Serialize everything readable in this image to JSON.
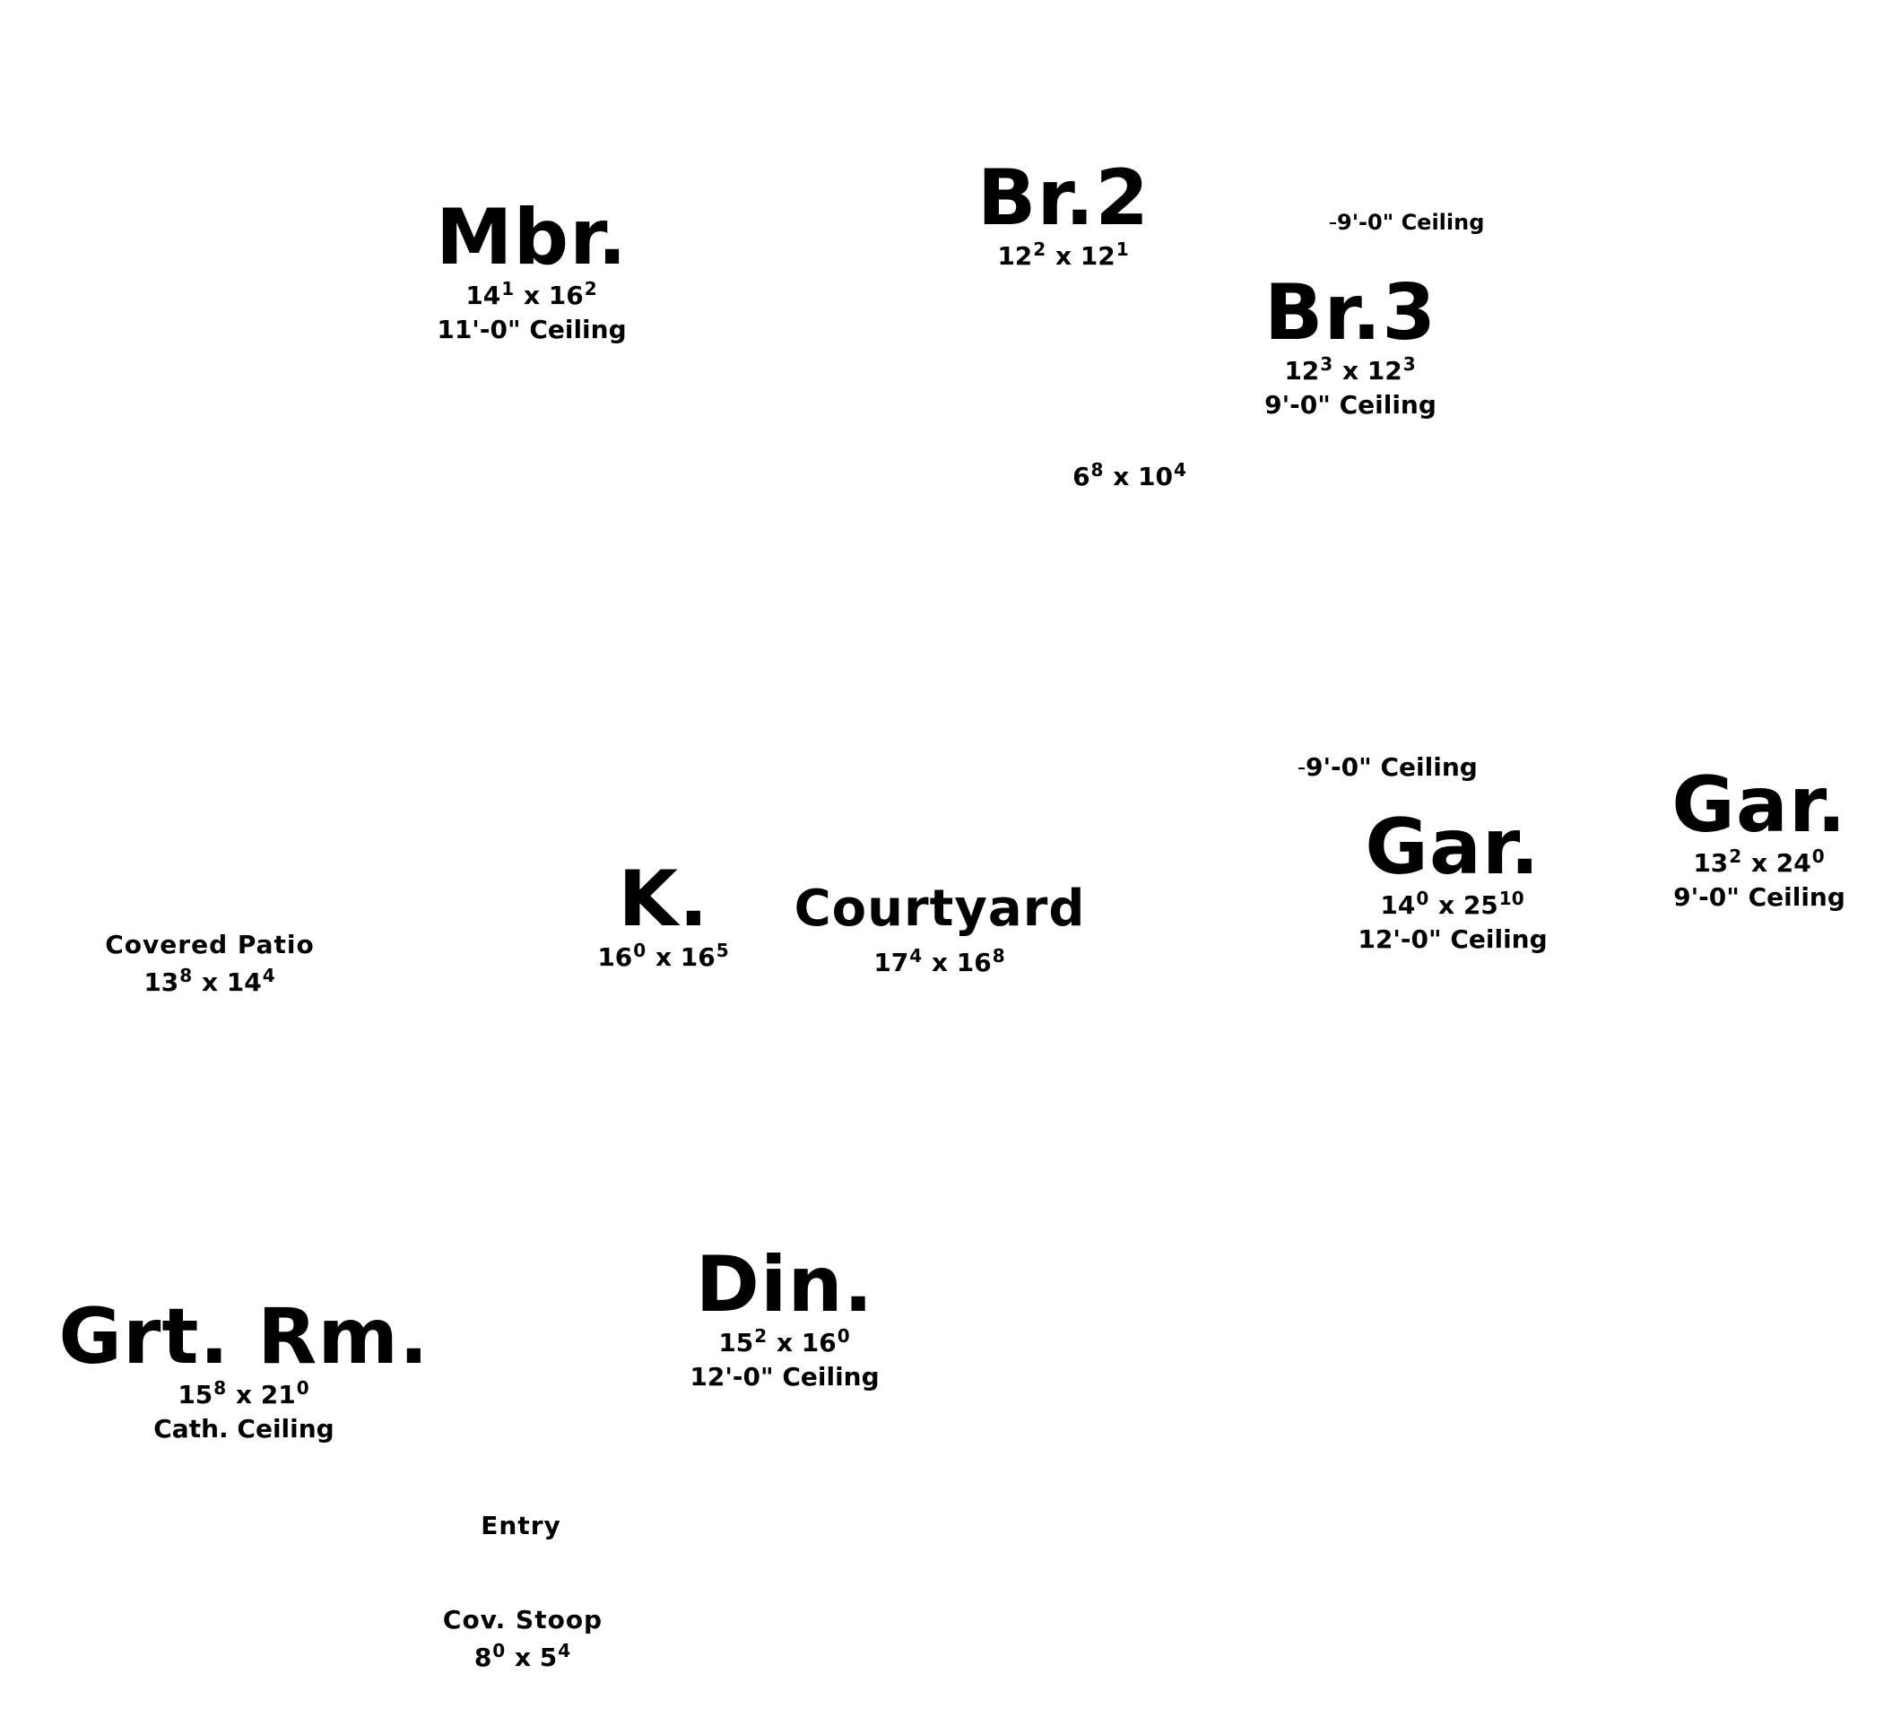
{
  "rooms": {
    "mbr": {
      "name": "Mbr.",
      "dim_w": "14",
      "dim_w_sup": "1",
      "dim_h": "16",
      "dim_h_sup": "2",
      "ceiling": "11'-0\" Ceiling"
    },
    "br2": {
      "name": "Br.2",
      "dim_w": "12",
      "dim_w_sup": "2",
      "dim_h": "12",
      "dim_h_sup": "1"
    },
    "br3": {
      "name": "Br.3",
      "dim_w": "12",
      "dim_w_sup": "3",
      "dim_h": "12",
      "dim_h_sup": "3",
      "ceiling": "9'-0\" Ceiling"
    },
    "hall": {
      "dim_w": "6",
      "dim_w_sup": "8",
      "dim_h": "10",
      "dim_h_sup": "4"
    },
    "kitchen": {
      "name": "K.",
      "dim_w": "16",
      "dim_w_sup": "0",
      "dim_h": "16",
      "dim_h_sup": "5"
    },
    "courtyard": {
      "name": "Courtyard",
      "dim_w": "17",
      "dim_w_sup": "4",
      "dim_h": "16",
      "dim_h_sup": "8"
    },
    "patio": {
      "name": "Covered Patio",
      "dim_w": "13",
      "dim_w_sup": "8",
      "dim_h": "14",
      "dim_h_sup": "4"
    },
    "gar1": {
      "name": "Gar.",
      "dim_w": "14",
      "dim_w_sup": "0",
      "dim_h": "25",
      "dim_h_sup": "10",
      "ceiling": "12'-0\" Ceiling"
    },
    "gar2": {
      "name": "Gar.",
      "dim_w": "13",
      "dim_w_sup": "2",
      "dim_h": "24",
      "dim_h_sup": "0",
      "ceiling": "9'-0\" Ceiling"
    },
    "din": {
      "name": "Din.",
      "dim_w": "15",
      "dim_w_sup": "2",
      "dim_h": "16",
      "dim_h_sup": "0",
      "ceiling": "12'-0\" Ceiling"
    },
    "grtrm": {
      "name": "Grt. Rm.",
      "dim_w": "15",
      "dim_w_sup": "8",
      "dim_h": "21",
      "dim_h_sup": "0",
      "ceiling": "Cath. Ceiling"
    },
    "entry": {
      "name": "Entry"
    },
    "stoop": {
      "name": "Cov. Stoop",
      "dim_w": "8",
      "dim_w_sup": "0",
      "dim_h": "5",
      "dim_h_sup": "4"
    }
  },
  "notes": {
    "ceiling_top": "9'-0\" Ceiling",
    "ceiling_mid": "9'-0\" Ceiling"
  },
  "separator": "x"
}
